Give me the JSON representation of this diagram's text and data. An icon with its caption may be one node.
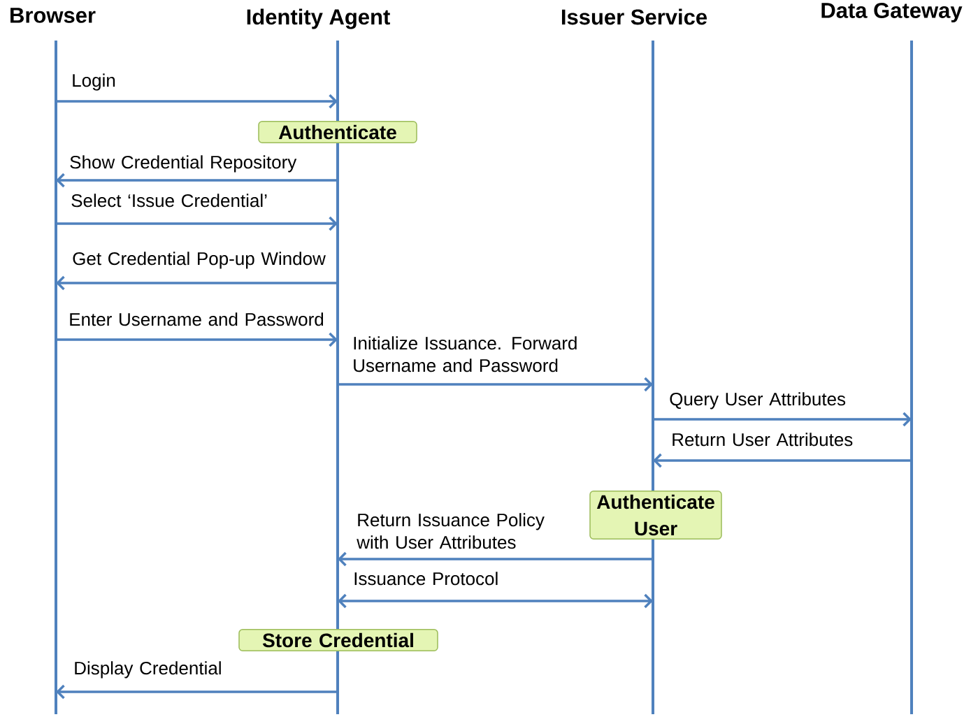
{
  "diagram": {
    "nodes": [
      {
        "text": [
          "Browser"
        ]
      },
      {
        "text": [
          "Identity Agent"
        ]
      },
      {
        "text": [
          "Issuer Service"
        ]
      },
      {
        "text": [
          "Data Gateway"
        ]
      },
      {
        "text": [
          "Authenticate"
        ]
      },
      {
        "text": [
          "Authenticate User"
        ]
      },
      {
        "text": [
          "Store Credential"
        ]
      }
    ],
    "edges": [
      {
        "from": 0,
        "to": 1,
        "arrow": "to",
        "label": "Login"
      },
      {
        "from": 1,
        "to": 0,
        "arrow": "to",
        "label": "Show Credential Repository"
      },
      {
        "from": 0,
        "to": 1,
        "arrow": "to",
        "label": "Select ‘Issue Credential’"
      },
      {
        "from": 1,
        "to": 0,
        "arrow": "to",
        "label": "Get Credential Pop-up Window"
      },
      {
        "from": 0,
        "to": 1,
        "arrow": "to",
        "label": "Enter Username and Password"
      },
      {
        "from": 1,
        "to": 2,
        "arrow": "to",
        "label": "Initialize Issuance. Forward Username and Password"
      },
      {
        "from": 2,
        "to": 3,
        "arrow": "to",
        "label": "Query User Attributes"
      },
      {
        "from": 3,
        "to": 2,
        "arrow": "to",
        "label": "Return User Attributes"
      },
      {
        "from": 2,
        "to": 1,
        "arrow": "to",
        "label": "Return Issuance Policy with User Attributes"
      },
      {
        "from": 1,
        "to": 2,
        "arrow": "both",
        "label": "Issuance Protocol"
      },
      {
        "from": 1,
        "to": 0,
        "arrow": "to",
        "label": "Display Credential"
      }
    ]
  }
}
